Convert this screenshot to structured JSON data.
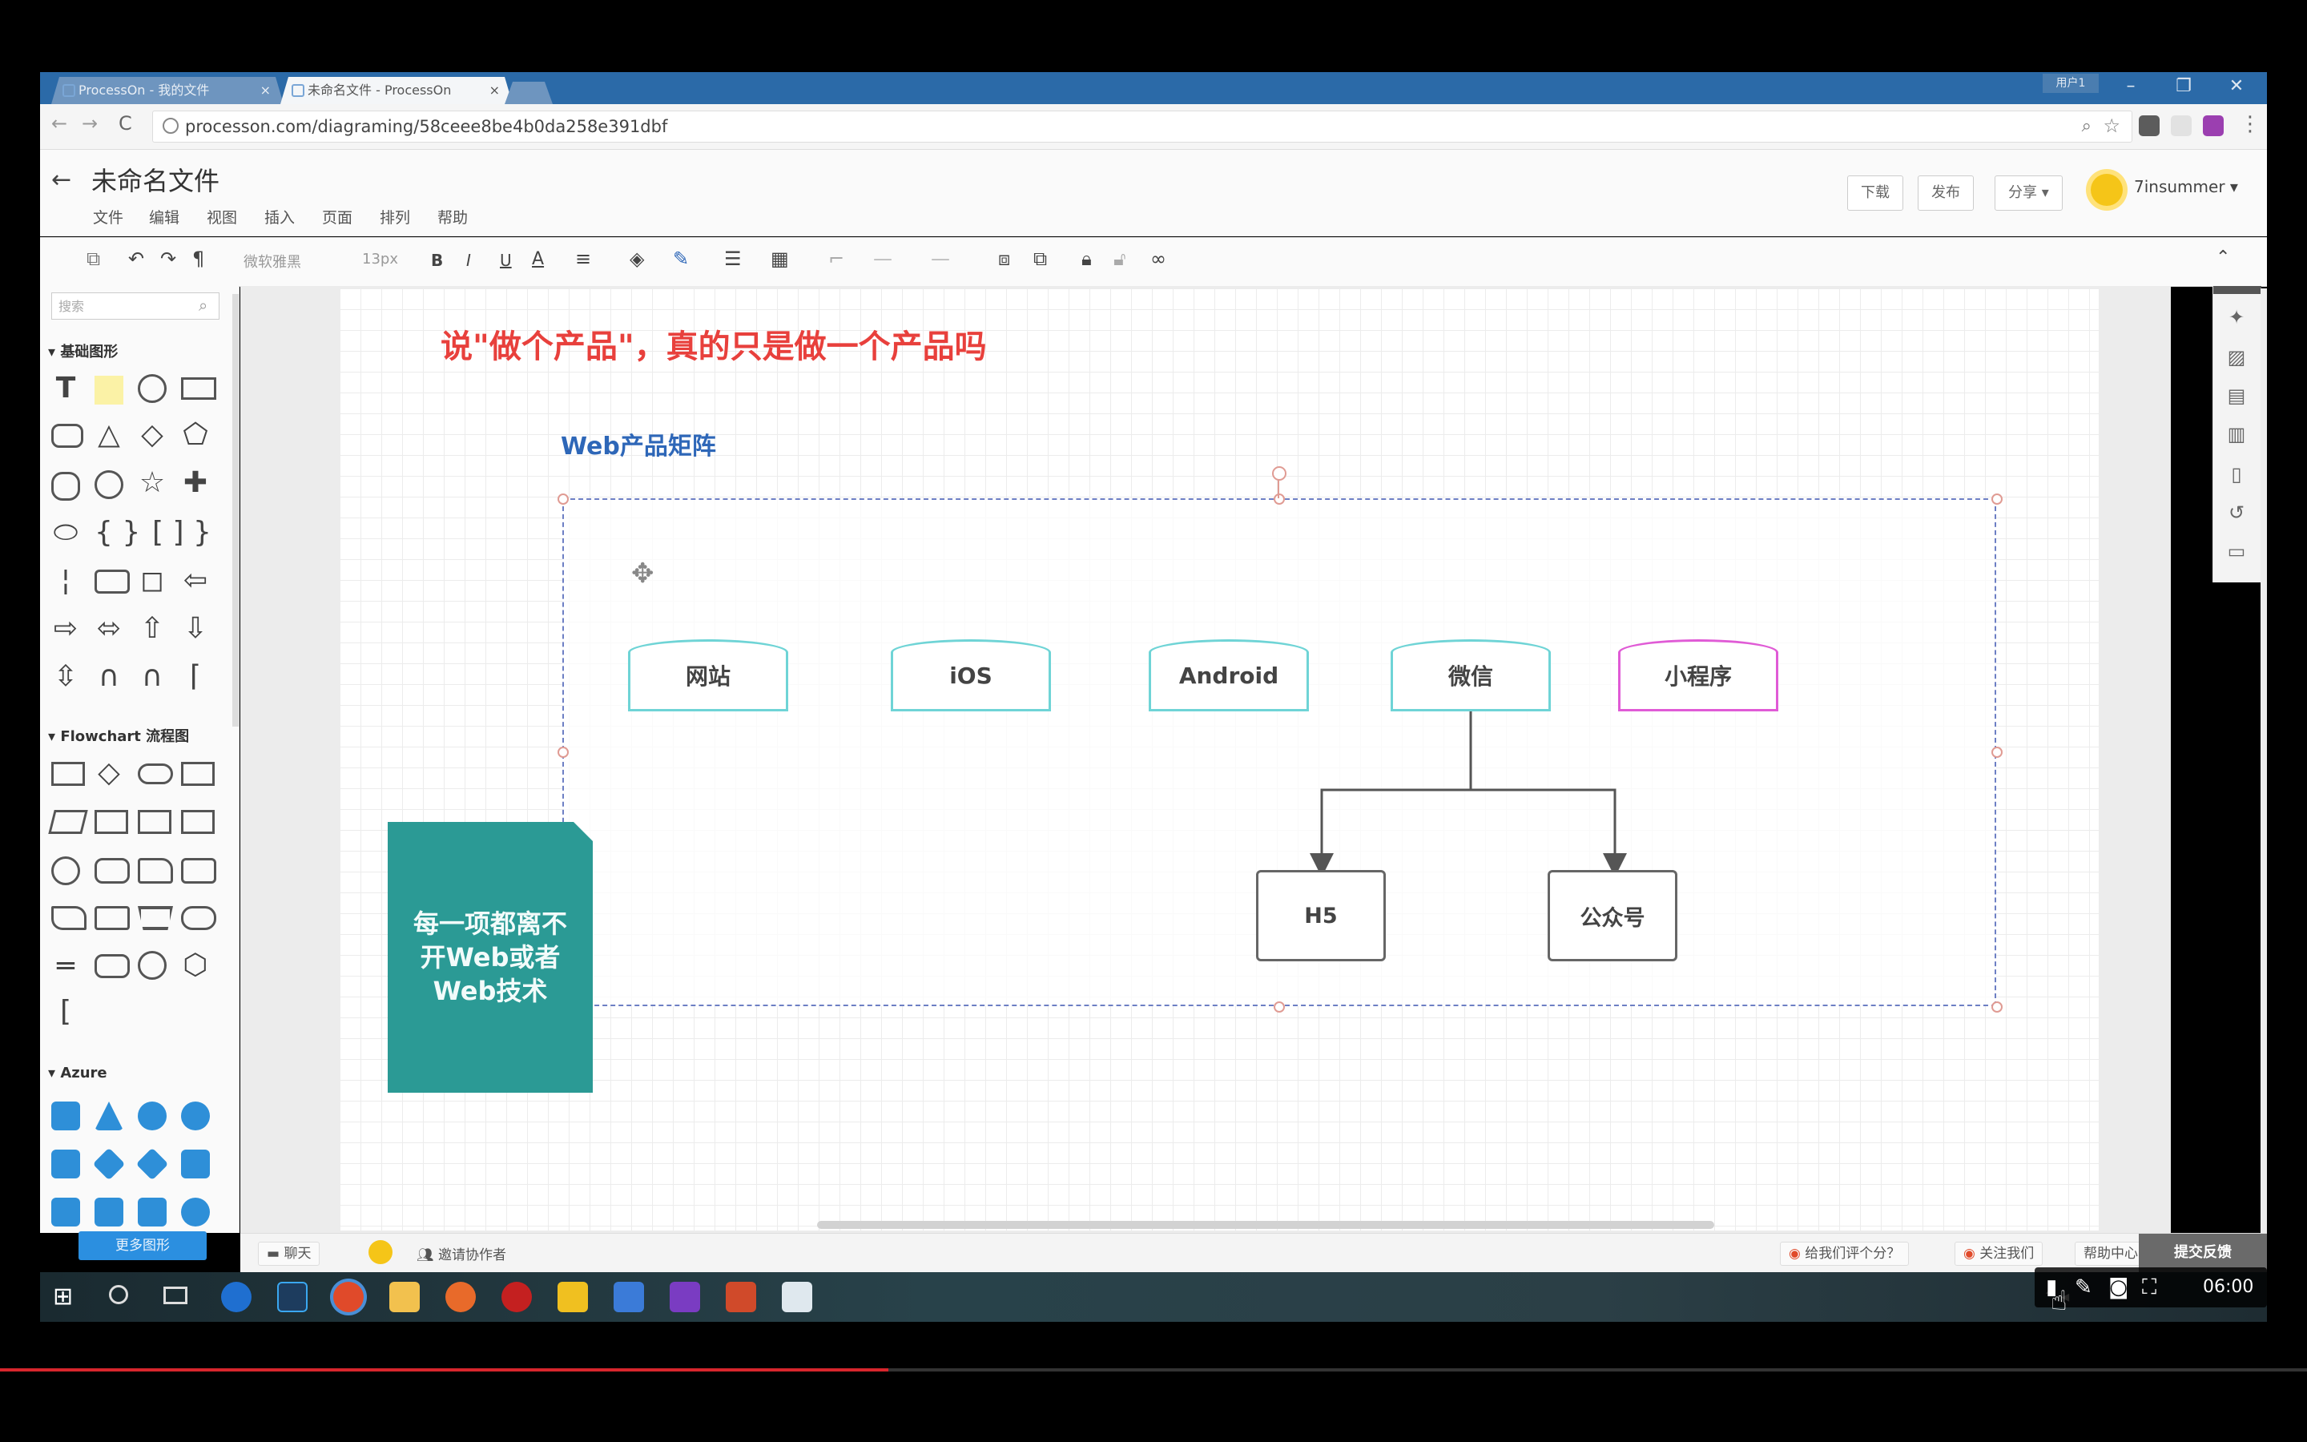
{
  "browser": {
    "tabs": [
      {
        "title": "ProcessOn - 我的文件"
      },
      {
        "title": "未命名文件 - ProcessOn"
      }
    ],
    "close_glyph": "×",
    "window_controls": {
      "minimize": "–",
      "restore": "❐",
      "close": "✕"
    },
    "user_badge": "用户1",
    "nav": {
      "back": "←",
      "forward": "→",
      "reload": "C"
    },
    "url": "processon.com/diagraming/58ceee8be4b0da258e391dbf",
    "icons": [
      "zoom-icon",
      "star-icon",
      "pocket-icon",
      "extension-icon",
      "onenote-icon",
      "menu-icon"
    ]
  },
  "app": {
    "back_glyph": "←",
    "doc_title": "未命名文件",
    "menus": [
      "文件",
      "编辑",
      "视图",
      "插入",
      "页面",
      "排列",
      "帮助"
    ],
    "buttons": {
      "download": "下载",
      "publish": "发布",
      "share": "分享 ▾"
    },
    "username": "7insummer ▾",
    "toolbar": {
      "font_family": "微软雅黑",
      "font_size": "13px",
      "bold": "B",
      "italic": "I",
      "underline": "U",
      "font_color": "A"
    }
  },
  "left_panel": {
    "search_placeholder": "搜索",
    "sections": [
      "基础图形",
      "Flowchart 流程图",
      "Azure"
    ],
    "more_shapes": "更多图形"
  },
  "diagram": {
    "headline": "说\"做个产品\"，真的只是做一个产品吗",
    "subtitle": "Web产品矩阵",
    "nodes": [
      {
        "label": "网站",
        "color": "#6fd4d6"
      },
      {
        "label": "iOS",
        "color": "#6fd4d6"
      },
      {
        "label": "Android",
        "color": "#6fd4d6"
      },
      {
        "label": "微信",
        "color": "#6fd4d6"
      },
      {
        "label": "小程序",
        "color": "#e05bd6"
      }
    ],
    "children": [
      {
        "label": "H5"
      },
      {
        "label": "公众号"
      }
    ],
    "note": "每一项都离不开Web或者Web技术"
  },
  "bottom_bar": {
    "chat": "聊天",
    "invite": "邀请协作者",
    "rate": "给我们评个分？",
    "follow": "关注我们",
    "help": "帮助中心",
    "feedback": "提交反馈"
  },
  "player": {
    "time": "06:00",
    "progress_fraction": 0.385
  },
  "colors": {
    "headline": "#e8403c",
    "subtitle": "#2e67b8",
    "note_bg": "#2b9a95",
    "accent_blue": "#2b8fe0"
  }
}
